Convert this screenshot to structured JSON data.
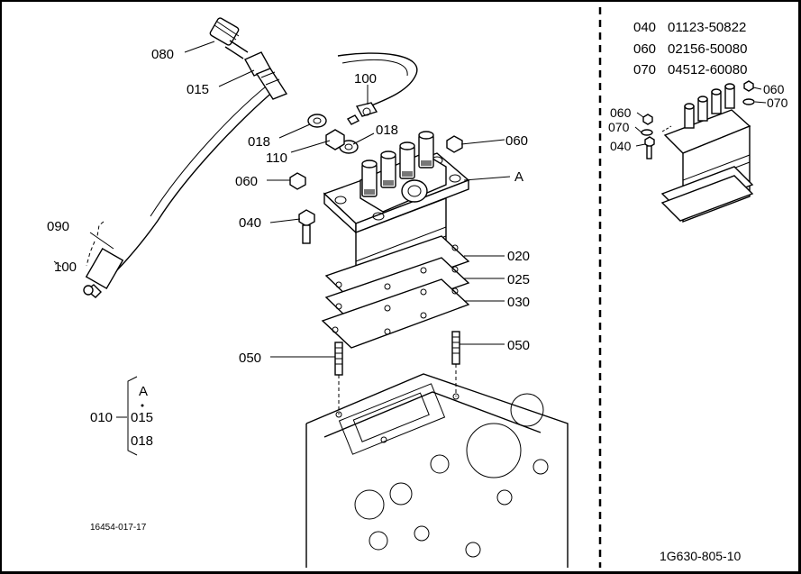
{
  "parts_table": [
    {
      "ref": "040",
      "part_no": "01123-50822"
    },
    {
      "ref": "060",
      "part_no": "02156-50080"
    },
    {
      "ref": "070",
      "part_no": "04512-60080"
    }
  ],
  "callouts": {
    "c080": "080",
    "c015": "015",
    "c100a": "100",
    "c018a": "018",
    "c110": "110",
    "c018b": "018",
    "c060a": "060",
    "c060b": "060",
    "cA": "A",
    "c040": "040",
    "c090": "090",
    "c100b": "100",
    "c020": "020",
    "c025": "025",
    "c030": "030",
    "c050a": "050",
    "c050b": "050"
  },
  "group": {
    "main": "010",
    "items": [
      "A",
      "015",
      "018"
    ]
  },
  "inset_callouts": {
    "i060a": "060",
    "i070a": "070",
    "i060b": "060",
    "i070b": "070",
    "i040": "040"
  },
  "footer": {
    "left_code": "16454-017-17",
    "right_code": "1G630-805-10"
  }
}
